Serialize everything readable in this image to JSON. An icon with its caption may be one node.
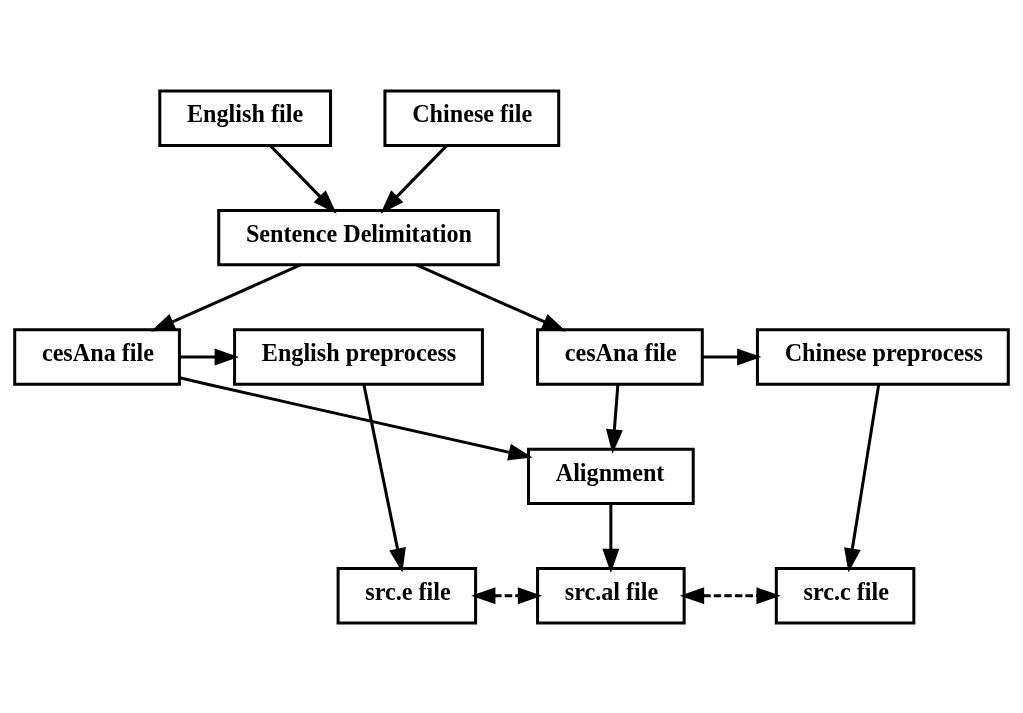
{
  "diagram": {
    "nodes": [
      {
        "text": [
          "English file"
        ]
      },
      {
        "text": [
          "Chinese file"
        ]
      },
      {
        "text": [
          "Sentence Delimitation"
        ]
      },
      {
        "text": [
          "cesAna file"
        ]
      },
      {
        "text": [
          "cesAna file"
        ]
      },
      {
        "text": [
          "English preprocess"
        ]
      },
      {
        "text": [
          "Chinese preprocess"
        ]
      },
      {
        "text": [
          "Alignment"
        ]
      },
      {
        "text": [
          "src.e file"
        ]
      },
      {
        "text": [
          "src.al file"
        ]
      },
      {
        "text": [
          "src.c file"
        ]
      }
    ],
    "edges": [
      {
        "from": 0,
        "to": 2,
        "arrow": "to"
      },
      {
        "from": 1,
        "to": 2,
        "arrow": "to"
      },
      {
        "from": 2,
        "to": 3,
        "arrow": "to"
      },
      {
        "from": 2,
        "to": 4,
        "arrow": "to"
      },
      {
        "from": 3,
        "to": 5,
        "arrow": "to"
      },
      {
        "from": 4,
        "to": 6,
        "arrow": "to"
      },
      {
        "from": 3,
        "to": 7,
        "arrow": "to"
      },
      {
        "from": 4,
        "to": 7,
        "arrow": "to"
      },
      {
        "from": 5,
        "to": 8,
        "arrow": "to"
      },
      {
        "from": 7,
        "to": 9,
        "arrow": "to"
      },
      {
        "from": 6,
        "to": 10,
        "arrow": "to"
      },
      {
        "from": 8,
        "to": 9,
        "arrow": "both",
        "style": "dashed"
      },
      {
        "from": 9,
        "to": 10,
        "arrow": "both",
        "style": "dashed"
      }
    ]
  }
}
